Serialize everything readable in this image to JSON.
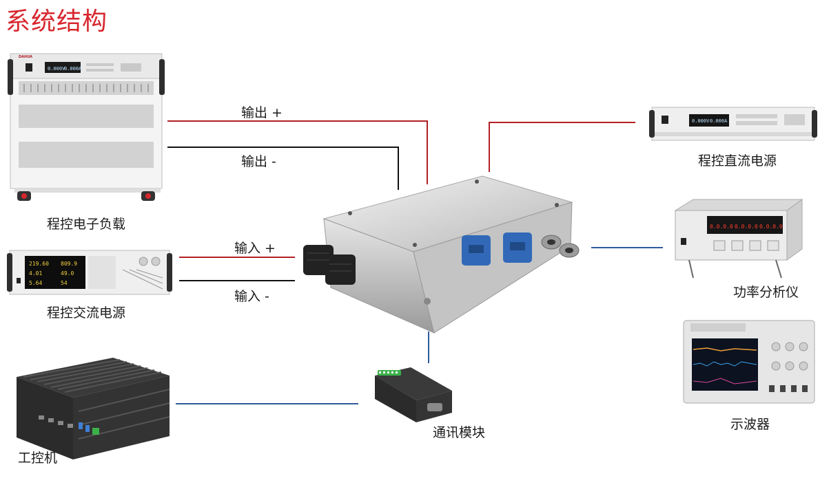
{
  "title": "系统结构",
  "devices": {
    "electronic_load": {
      "name": "程控电子负载",
      "brand": "DAHUA",
      "display_v": "0.000V",
      "display_a": "0.000A"
    },
    "ac_source": {
      "name": "程控交流电源",
      "readings": [
        "219.60",
        "809.9",
        "4.01",
        "49.0",
        "5.64",
        "54"
      ]
    },
    "dc_source": {
      "name": "程控直流电源",
      "display_v": "0.000V",
      "display_a": "0.000A"
    },
    "power_analyzer": {
      "name": "功率分析仪",
      "readings": [
        "0.0.0.0",
        "0.0.0.0",
        "0.0.0.0"
      ]
    },
    "oscilloscope": {
      "name": "示波器"
    },
    "industrial_pc": {
      "name": "工控机"
    },
    "comm_module": {
      "name": "通讯模块"
    }
  },
  "connections": {
    "output_pos": "输出 +",
    "output_neg": "输出 -",
    "input_pos": "输入 +",
    "input_neg": "输入 -"
  },
  "colors": {
    "title": "#d8262e",
    "wire_positive": "#b11f24",
    "wire_negative": "#111111",
    "wire_comm": "#2d5a9a"
  }
}
